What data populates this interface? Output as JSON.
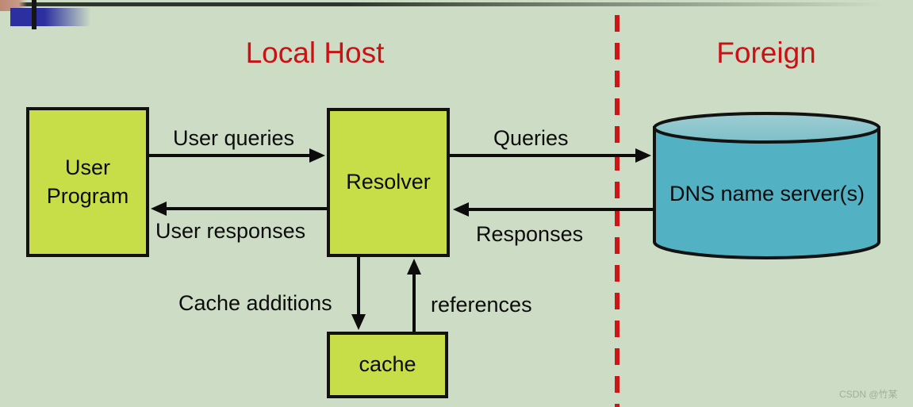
{
  "titles": {
    "local": "Local Host",
    "foreign": "Foreign"
  },
  "nodes": {
    "user_program": "User Program",
    "resolver": "Resolver",
    "cache": "cache",
    "dns_server": "DNS name server(s)"
  },
  "edges": {
    "user_queries": "User queries",
    "user_responses": "User responses",
    "queries": "Queries",
    "responses": "Responses",
    "cache_additions": "Cache additions",
    "references": "references"
  },
  "watermark": "CSDN @竹某",
  "colors": {
    "background": "#cdddc5",
    "node_fill": "#c8de49",
    "node_border": "#121212",
    "cylinder_body": "#52b1c3",
    "cylinder_top": "#8cc5cb",
    "accent_red": "#cc1115",
    "dashed_line_red": "#cc1618",
    "arrow_black": "#0c0c0c",
    "decoration_blue": "#2b2f9f",
    "decoration_salmon": "#bd8874",
    "topbar_dark": "#2f352e"
  }
}
